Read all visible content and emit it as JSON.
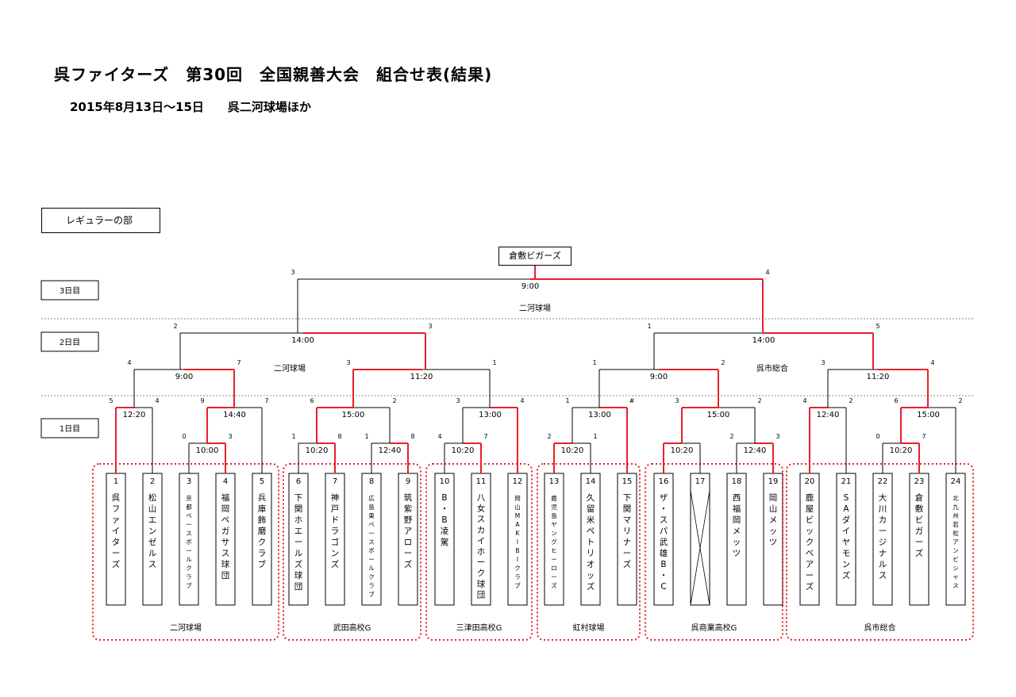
{
  "header": {
    "title": "呉ファイターズ　第30回　全国親善大会　組合せ表(結果)",
    "subtitle": "2015年8月13日～15日　　呉二河球場ほか"
  },
  "division": "レギュラーの部",
  "champion": "倉敷ビガーズ",
  "days": [
    "3日目",
    "2日目",
    "1日目"
  ],
  "colors": {
    "winner_path": "#e8202a",
    "line": "#000000",
    "venue_border": "#e8202a"
  },
  "teams": [
    {
      "no": "1",
      "name": "呉ファイターズ"
    },
    {
      "no": "2",
      "name": "松山エンゼルス"
    },
    {
      "no": "3",
      "name": "京都ベースボールクラブ",
      "small": true
    },
    {
      "no": "4",
      "name": "福岡ペガサス球団"
    },
    {
      "no": "5",
      "name": "兵庫飾磨クラブ"
    },
    {
      "no": "6",
      "name": "下関ホエールズ球団"
    },
    {
      "no": "7",
      "name": "神戸ドラゴンズ"
    },
    {
      "no": "8",
      "name": "広島東ベースボールクラブ",
      "small": true
    },
    {
      "no": "9",
      "name": "筑紫野アローズ"
    },
    {
      "no": "10",
      "name": "B・B凌駕"
    },
    {
      "no": "11",
      "name": "八女スカイホーク球団"
    },
    {
      "no": "12",
      "name": "岡山MAKIBIクラブ",
      "small": true
    },
    {
      "no": "13",
      "name": "鹿児島ヤングヒーローズ",
      "small": true
    },
    {
      "no": "14",
      "name": "久留米ペトリオッズ"
    },
    {
      "no": "15",
      "name": "下関マリナーズ"
    },
    {
      "no": "16",
      "name": "ザ・スパ武雄B・C"
    },
    {
      "no": "17",
      "name": "",
      "crossed": true
    },
    {
      "no": "18",
      "name": "西福岡メッツ"
    },
    {
      "no": "19",
      "name": "岡山メッツ"
    },
    {
      "no": "20",
      "name": "鹿屋ビックベアーズ"
    },
    {
      "no": "21",
      "name": "SAダイヤモンズ"
    },
    {
      "no": "22",
      "name": "大川カージナルス"
    },
    {
      "no": "23",
      "name": "倉敷ビガーズ"
    },
    {
      "no": "24",
      "name": "北九州若松アンビシャス",
      "small": true
    }
  ],
  "venues": [
    "二河球場",
    "武田高校G",
    "三津田高校G",
    "虹村球場",
    "呉商業高校G",
    "呉市総合"
  ],
  "venue_labels_mid": [
    "二河球場",
    "二河球場",
    "呉市総合"
  ],
  "matches": [
    {
      "time": "10:00",
      "left_score": "0",
      "right_score": "3"
    },
    {
      "time": "10:20",
      "left_score": "1",
      "right_score": "8"
    },
    {
      "time": "12:40",
      "left_score": "1",
      "right_score": "8"
    },
    {
      "time": "10:20",
      "left_score": "4",
      "right_score": "7"
    },
    {
      "time": "10:20",
      "left_score": "2",
      "right_score": "1"
    },
    {
      "time": "10:20",
      "left_score": "",
      "right_score": ""
    },
    {
      "time": "12:40",
      "left_score": "2",
      "right_score": "3"
    },
    {
      "time": "10:20",
      "left_score": "0",
      "right_score": "7"
    },
    {
      "time": "12:20",
      "left_score": "5",
      "right_score": "4"
    },
    {
      "time": "14:40",
      "left_score": "9",
      "right_score": "7"
    },
    {
      "time": "15:00",
      "left_score": "6",
      "right_score": "2"
    },
    {
      "time": "13:00",
      "left_score": "3",
      "right_score": "4"
    },
    {
      "time": "13:00",
      "left_score": "1",
      "right_score": "#"
    },
    {
      "time": "15:00",
      "left_score": "3",
      "right_score": "2"
    },
    {
      "time": "12:40",
      "left_score": "4",
      "right_score": "2"
    },
    {
      "time": "15:00",
      "left_score": "6",
      "right_score": "2"
    },
    {
      "time": "9:00",
      "left_score": "4",
      "right_score": "7"
    },
    {
      "time": "11:20",
      "left_score": "3",
      "right_score": "1"
    },
    {
      "time": "9:00",
      "left_score": "1",
      "right_score": "2"
    },
    {
      "time": "11:20",
      "left_score": "3",
      "right_score": "4"
    },
    {
      "time": "14:00",
      "left_score": "2",
      "right_score": "3"
    },
    {
      "time": "14:00",
      "left_score": "1",
      "right_score": "5"
    },
    {
      "time": "9:00",
      "left_score": "3",
      "right_score": "4"
    }
  ]
}
